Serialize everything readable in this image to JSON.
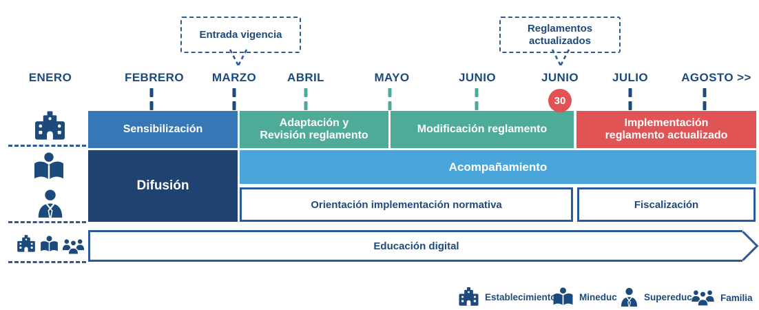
{
  "callouts": {
    "entrada_vigencia": "Entrada vigencia",
    "reglamentos_actualizados": "Reglamentos actualizados"
  },
  "timeline": {
    "months": [
      "ENERO",
      "FEBRERO",
      "MARZO",
      "ABRIL",
      "MAYO",
      "JUNIO",
      "JUNIO",
      "JULIO",
      "AGOSTO >>"
    ],
    "day_marker": "30"
  },
  "phases": {
    "sensibilizacion": "Sensibilización",
    "adaptacion_line1": "Adaptación y",
    "adaptacion_line2": "Revisión reglamento",
    "modificacion": "Modificación reglamento",
    "implementacion_line1": "Implementación",
    "implementacion_line2": "reglamento actualizado",
    "difusion": "Difusión",
    "acompanamiento": "Acompañamiento",
    "orientacion": "Orientación implementación normativa",
    "fiscalizacion": "Fiscalización",
    "educacion_digital": "Educación digital"
  },
  "legend": {
    "establecimiento": "Establecimiento",
    "mineduc": "Mineduc",
    "supereduc": "Supereduc",
    "familia": "Familia"
  },
  "colors": {
    "navy_text": "#1d4a7c",
    "outline_border": "#2b5b97",
    "bar_blue": "#3777b6",
    "bar_teal": "#4fab99",
    "bar_red": "#e05456",
    "bar_navy": "#1f4270",
    "bar_lightblue": "#4aa5da",
    "marker_red": "#e05253"
  }
}
